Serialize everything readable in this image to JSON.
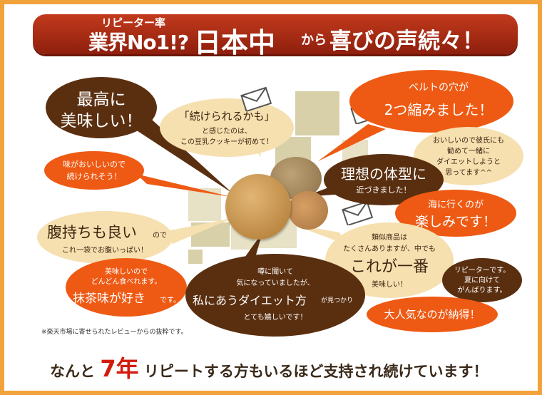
{
  "banner": {
    "line1": "リピーター率",
    "line2": "業界No1!?",
    "line3": "日本中",
    "line4": "から",
    "line5": "喜びの声続々！"
  },
  "bubbles": {
    "b1": {
      "l1": "最高に",
      "l2": "美味しい！"
    },
    "b2": {
      "l1": "「続けられるかも」",
      "l2": "と感じたのは、",
      "l3": "この豆乳クッキーが初めて！"
    },
    "b3": {
      "l1": "ベルトの穴が",
      "l2": "2つ縮みました！"
    },
    "b4": {
      "l1": "おいしいので彼氏にも",
      "l2": "勧めて一緒に",
      "l3": "ダイエットしようと",
      "l4": "思ってます^^"
    },
    "b5": {
      "l1": "味がおいしいので",
      "l2": "続けられそう！"
    },
    "b6": {
      "l1": "理想の体型に",
      "l2": "近づきました！"
    },
    "b7": {
      "l1": "海に行くのが",
      "l2": "楽しみです！"
    },
    "b8": {
      "l1": "腹持ちも良い",
      "l2": "ので",
      "l3": "これ一袋でお腹いっぱい！"
    },
    "b9": {
      "l1": "類似商品は",
      "l2": "たくさんありますが、中でも",
      "l3": "これが一番",
      "l4": "美味しい！"
    },
    "b10": {
      "l1": "美味しいので",
      "l2": "どんどん食べれます。",
      "l3": "抹茶味が好き",
      "l4": "です。"
    },
    "b11": {
      "l1": "噂に聞いて",
      "l2": "気になっていましたが、",
      "l3": "私にあうダイエット方",
      "l4": "が見つかり",
      "l5": "とても嬉しいです！"
    },
    "b12": {
      "l1": "リピーターです。",
      "l2": "夏に向けて",
      "l3": "がんばります。"
    },
    "b13": {
      "l1": "大人気なのが納得！"
    }
  },
  "footnote": "※楽天市場に寄せられたレビューからの抜粋です。",
  "bottom": {
    "pre": "なんと",
    "num": "7年",
    "post": "リピートする方もいるほど支持され続けています！"
  },
  "colors": {
    "frame": "#f2a23a",
    "banner": "#a52a14",
    "dark_bubble": "#5a2f10",
    "light_bubble": "#f6e0b0",
    "orange_bubble": "#ee5a14",
    "accent_red": "#d21b0d"
  }
}
